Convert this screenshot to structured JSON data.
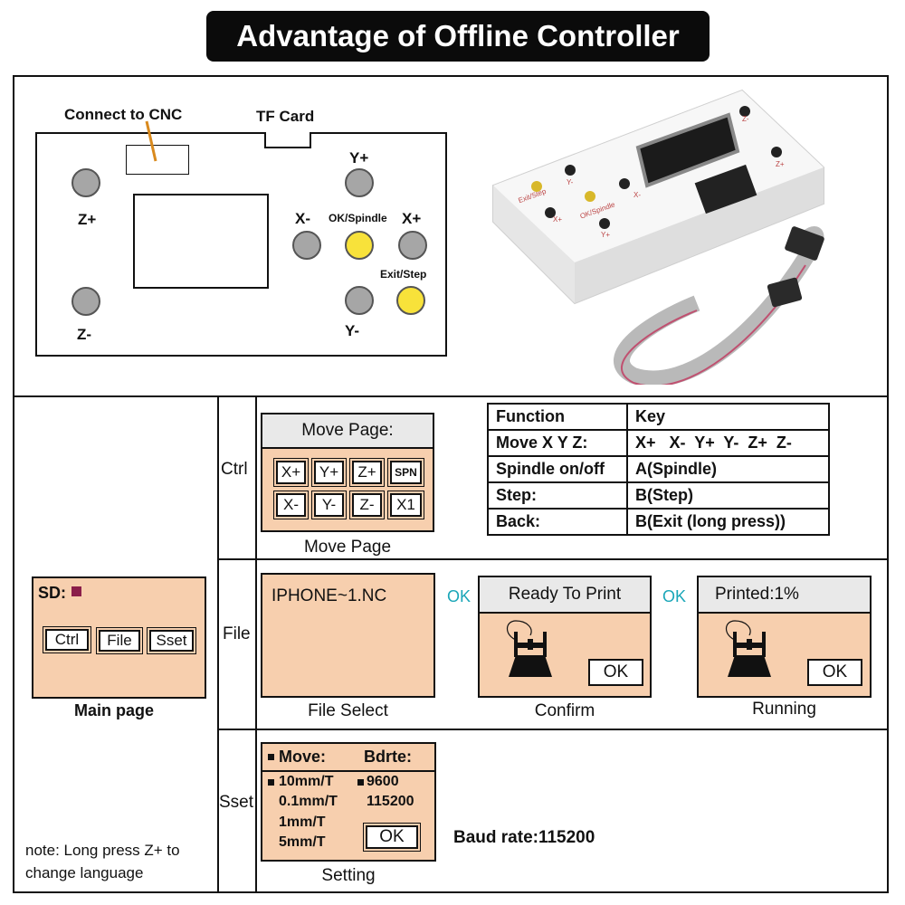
{
  "title": "Advantage of Offline Controller",
  "board": {
    "connect_label": "Connect to CNC",
    "tf_label": "TF Card",
    "z_plus": "Z+",
    "z_minus": "Z-",
    "y_plus": "Y+",
    "y_minus": "Y-",
    "x_minus": "X-",
    "x_plus": "X+",
    "ok_spindle": "OK/Spindle",
    "exit_step": "Exit/Step"
  },
  "photo": {
    "labels": [
      "Z-",
      "Z+",
      "Y-",
      "X-",
      "Y+",
      "X+",
      "OK/Spindle",
      "Exit/Step"
    ]
  },
  "main_page": {
    "sd_label": "SD:",
    "buttons": [
      "Ctrl",
      "File",
      "Sset"
    ],
    "caption": "Main page",
    "note_line1": "note: Long press Z+ to",
    "note_line2": "change language"
  },
  "ctrl": {
    "row_label": "Ctrl",
    "screen_title": "Move Page:",
    "keys_row1": [
      "X+",
      "Y+",
      "Z+",
      "SPN"
    ],
    "keys_row2": [
      "X-",
      "Y-",
      "Z-",
      "X1"
    ],
    "caption": "Move Page"
  },
  "function_table": {
    "header": [
      "Function",
      "Key"
    ],
    "rows": [
      [
        "Move X Y Z:",
        "X+   X-  Y+  Y-  Z+  Z-"
      ],
      [
        "Spindle on/off",
        "A(Spindle)"
      ],
      [
        "Step:",
        "B(Step)"
      ],
      [
        "Back:",
        "B(Exit (long press))"
      ]
    ]
  },
  "file": {
    "row_label": "File",
    "filename": "IPHONE~1.NC",
    "select_caption": "File Select",
    "ok1": "OK",
    "confirm_title": "Ready To Print",
    "confirm_ok": "OK",
    "confirm_caption": "Confirm",
    "ok2": "OK",
    "running_title": "Printed:1%",
    "running_ok": "OK",
    "running_caption": "Running"
  },
  "sset": {
    "row_label": "Sset",
    "move_header": "Move:",
    "bdrte_header": "Bdrte:",
    "move_options": [
      "10mm/T",
      "0.1mm/T",
      "1mm/T",
      "5mm/T"
    ],
    "baud_options": [
      "9600",
      "115200"
    ],
    "ok": "OK",
    "caption": "Setting",
    "baud_rate": "Baud rate:115200"
  },
  "colors": {
    "lcd_bg": "#f7cfae",
    "header_gray": "#e9e9e9",
    "button_yellow": "#f8e23a",
    "button_gray": "#a6a6a6",
    "ok_cyan": "#1aa6b8",
    "sd_marker": "#8b1e4a"
  }
}
